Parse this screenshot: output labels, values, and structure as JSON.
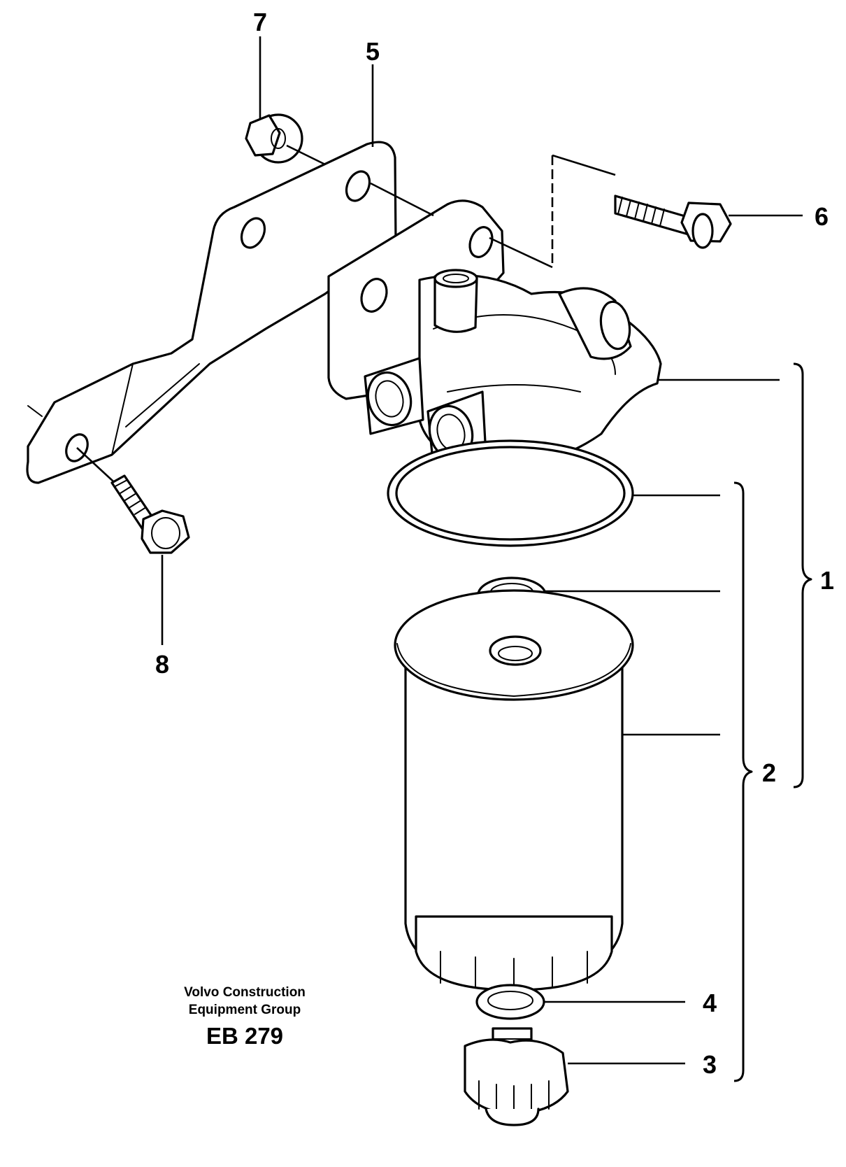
{
  "callouts": {
    "c1": "1",
    "c2": "2",
    "c3": "3",
    "c4": "4",
    "c5": "5",
    "c6": "6",
    "c7": "7",
    "c8": "8"
  },
  "footer": {
    "line1": "Volvo Construction",
    "line2": "Equipment Group",
    "code": "EB 279"
  }
}
